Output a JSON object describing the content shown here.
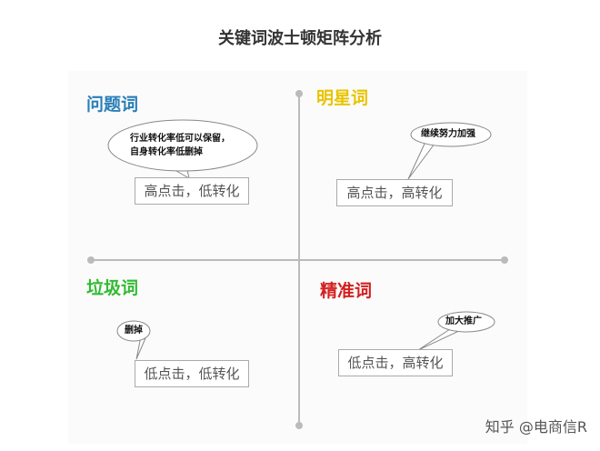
{
  "title": "关键词波士顿矩阵分析",
  "quadrants": [
    {
      "label": "问题词",
      "color": "#2a7fb8",
      "box": "高点击，低转化",
      "bubble": [
        "行业转化率低可以保留，",
        "自身转化率低删掉"
      ]
    },
    {
      "label": "明星词",
      "color": "#e8c400",
      "box": "高点击，高转化",
      "bubble": [
        "继续努力加强"
      ]
    },
    {
      "label": "垃圾词",
      "color": "#33bb33",
      "box": "低点击，低转化",
      "bubble": [
        "删掉"
      ]
    },
    {
      "label": "精准词",
      "color": "#d42020",
      "box": "低点击，高转化",
      "bubble": [
        "加大推广"
      ]
    }
  ],
  "watermark": "知乎 @电商信R"
}
